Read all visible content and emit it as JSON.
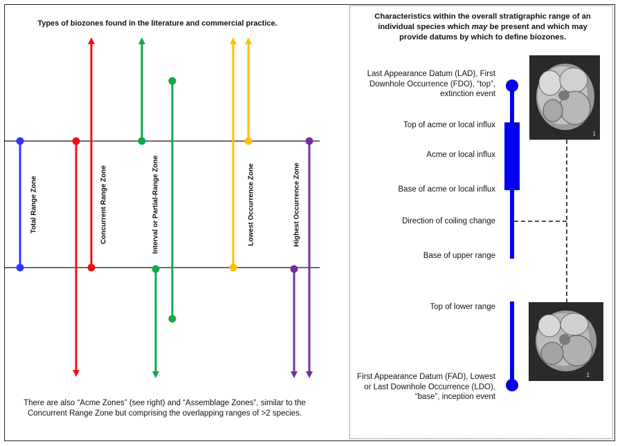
{
  "left_title": "Types of biozones found in the literature and commercial practice.",
  "zones": [
    "Total Range Zone",
    "Concurrent Range Zone",
    "Interval or Partial-Range Zone",
    "Lowest Occurrence  Zone",
    "Highest Occurrence  Zone"
  ],
  "footnote": "There are also “Acme Zones” (see right) and “Assemblage Zones”, similar to the Concurrent Range Zone but comprising the overlapping ranges of >2 species.",
  "right_title_before": "Characteristics within the overall stratigraphic range of an individual species which ",
  "right_title_em": "may",
  "right_title_after": " be present and which may provide datums by which to define biozones.",
  "datums": {
    "lad": "Last Appearance Datum (LAD), First Downhole Occurrence (FDO), “top”, extinction event",
    "top_acme": "Top of acme or local influx",
    "acme": "Acme or local influx",
    "base_acme": "Base of acme or local influx",
    "coiling": "Direction of coiling change",
    "base_upper": "Base of upper range",
    "top_lower": "Top of lower range",
    "fad": "First Appearance Datum (FAD), Lowest or Last Downhole Occurrence (LDO), “base”, inception event"
  },
  "fossil_number": "1",
  "colors": {
    "blue": "#3333ff",
    "red": "#ee1111",
    "green": "#11a84b",
    "yellow": "#ffc000",
    "purple": "#7030a0",
    "range_blue": "#0000ee"
  }
}
